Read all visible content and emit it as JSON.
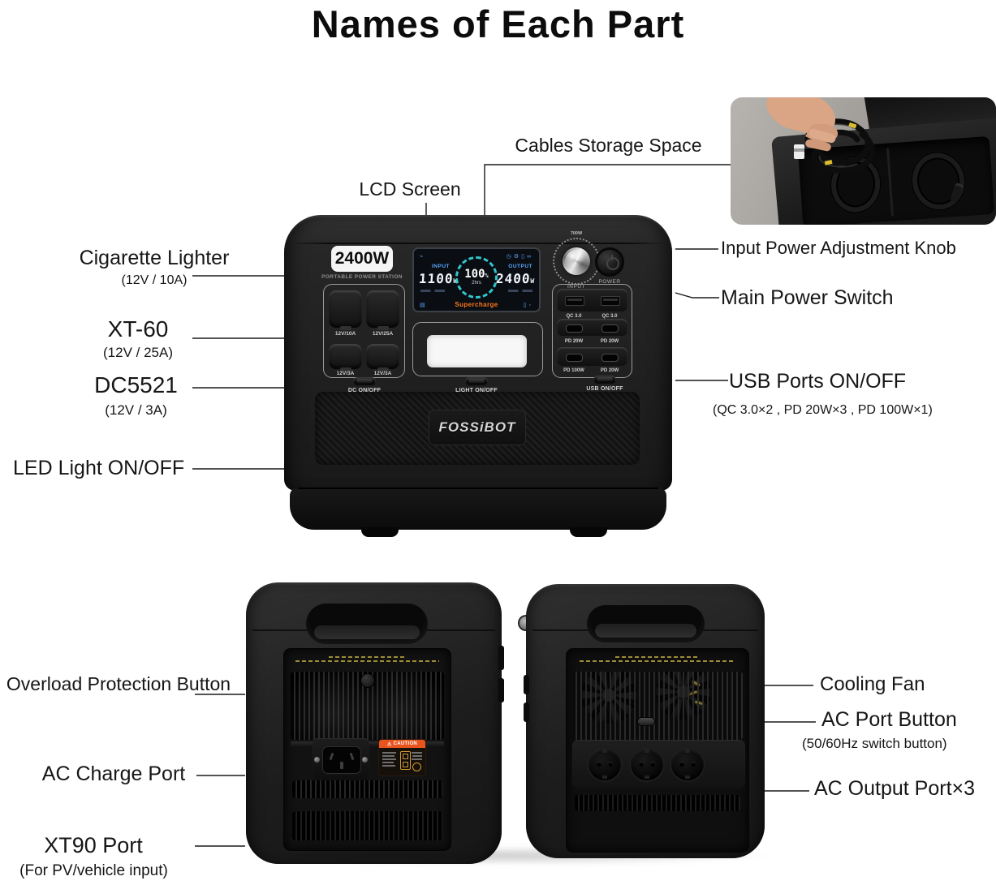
{
  "title": "Names of Each Part",
  "callouts": {
    "cables_storage_space": "Cables Storage Space",
    "lcd_screen": "LCD Screen",
    "cigarette_lighter": "Cigarette Lighter",
    "cigarette_lighter_spec": "(12V / 10A)",
    "xt60": "XT-60",
    "xt60_spec": "(12V / 25A)",
    "dc5521": "DC5521",
    "dc5521_spec": "(12V / 3A)",
    "led_light": "LED Light ON/OFF",
    "input_knob": "Input Power Adjustment Knob",
    "main_power_switch": "Main Power Switch",
    "usb_ports": "USB Ports ON/OFF",
    "usb_ports_spec": "(QC 3.0×2 , PD 20W×3 , PD 100W×1)",
    "overload_button": "Overload Protection Button",
    "ac_charge_port": "AC Charge Port",
    "xt90": "XT90 Port",
    "xt90_spec": "(For PV/vehicle input)",
    "cooling_fan": "Cooling Fan",
    "ac_port_button": "AC Port Button",
    "ac_port_button_spec": "(50/60Hz switch button)",
    "ac_output": "AC Output Port×3"
  },
  "device": {
    "power_badge": "2400W",
    "badge_subtitle": "PORTABLE POWER STATION",
    "brand": "FOSSiBOT",
    "lcd": {
      "input_label": "INPUT",
      "input_value": "1100",
      "input_unit": "W",
      "battery_percent": "100",
      "battery_unit": "%",
      "time_remaining": "2hrs",
      "charge_mode": "Supercharge",
      "output_label": "OUTPUT",
      "output_value": "2400",
      "output_unit": "W"
    },
    "knob_max_label": "700W",
    "knob_label": "INPUT",
    "power_button_label": "POWER",
    "dc_port_labels": [
      "12V/10A",
      "12V/25A",
      "12V/3A",
      "12V/3A"
    ],
    "dc_switch_label": "DC ON/OFF",
    "light_switch_label": "LIGHT ON/OFF",
    "usb_switch_label": "USB ON/OFF",
    "usb_port_labels": [
      "QC 3.0",
      "QC 3.0",
      "PD 20W",
      "PD 20W",
      "PD 100W",
      "PD 20W"
    ],
    "caution_label": "CAUTION"
  },
  "icons": {
    "warning": "⚠",
    "gear": "⚙",
    "clock": "◷",
    "battery": "▯",
    "infinity": "∞",
    "plug": "⌁"
  },
  "colors": {
    "caution_orange": "#e8541e",
    "supercharge_orange": "#ff7b1c",
    "lcd_blue": "#5aa7ff",
    "lcd_teal": "#32c5cc",
    "rear_caution_yellow": "#b5a23e"
  }
}
